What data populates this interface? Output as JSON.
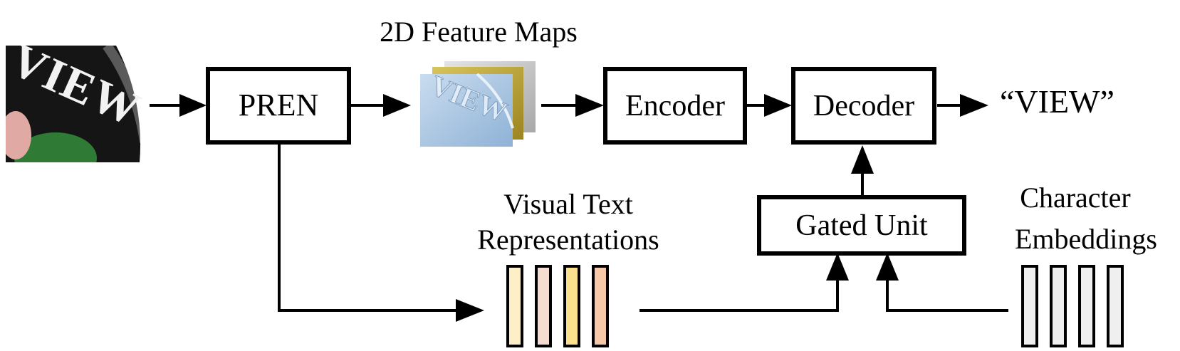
{
  "input_image": {
    "visible_word": "VIEW",
    "colors": {
      "background": "#151515",
      "text": "#f2f2f2",
      "ring": "#5a5a5a",
      "foliage": "#2f7a35",
      "hand": "#e0a9a4"
    }
  },
  "nodes": {
    "pren": "PREN",
    "encoder": "Encoder",
    "decoder": "Decoder",
    "gated_unit": "Gated Unit"
  },
  "feature_maps": {
    "label": "2D Feature Maps",
    "layer_colors": [
      "#c8c8c8",
      "#b8a23a",
      "#9fbcd9"
    ],
    "visible_word": "VIEW"
  },
  "visual_text_representations": {
    "label_line1": "Visual Text",
    "label_line2": "Representations",
    "vector_colors": [
      "#fdf0c9",
      "#f6ddd2",
      "#fbe08e",
      "#f7c8a8"
    ]
  },
  "character_embeddings": {
    "label_line1": "Character",
    "label_line2": "Embeddings",
    "vector_colors": [
      "#efefef",
      "#efefef",
      "#efefef",
      "#efefef"
    ]
  },
  "output": "“VIEW”"
}
